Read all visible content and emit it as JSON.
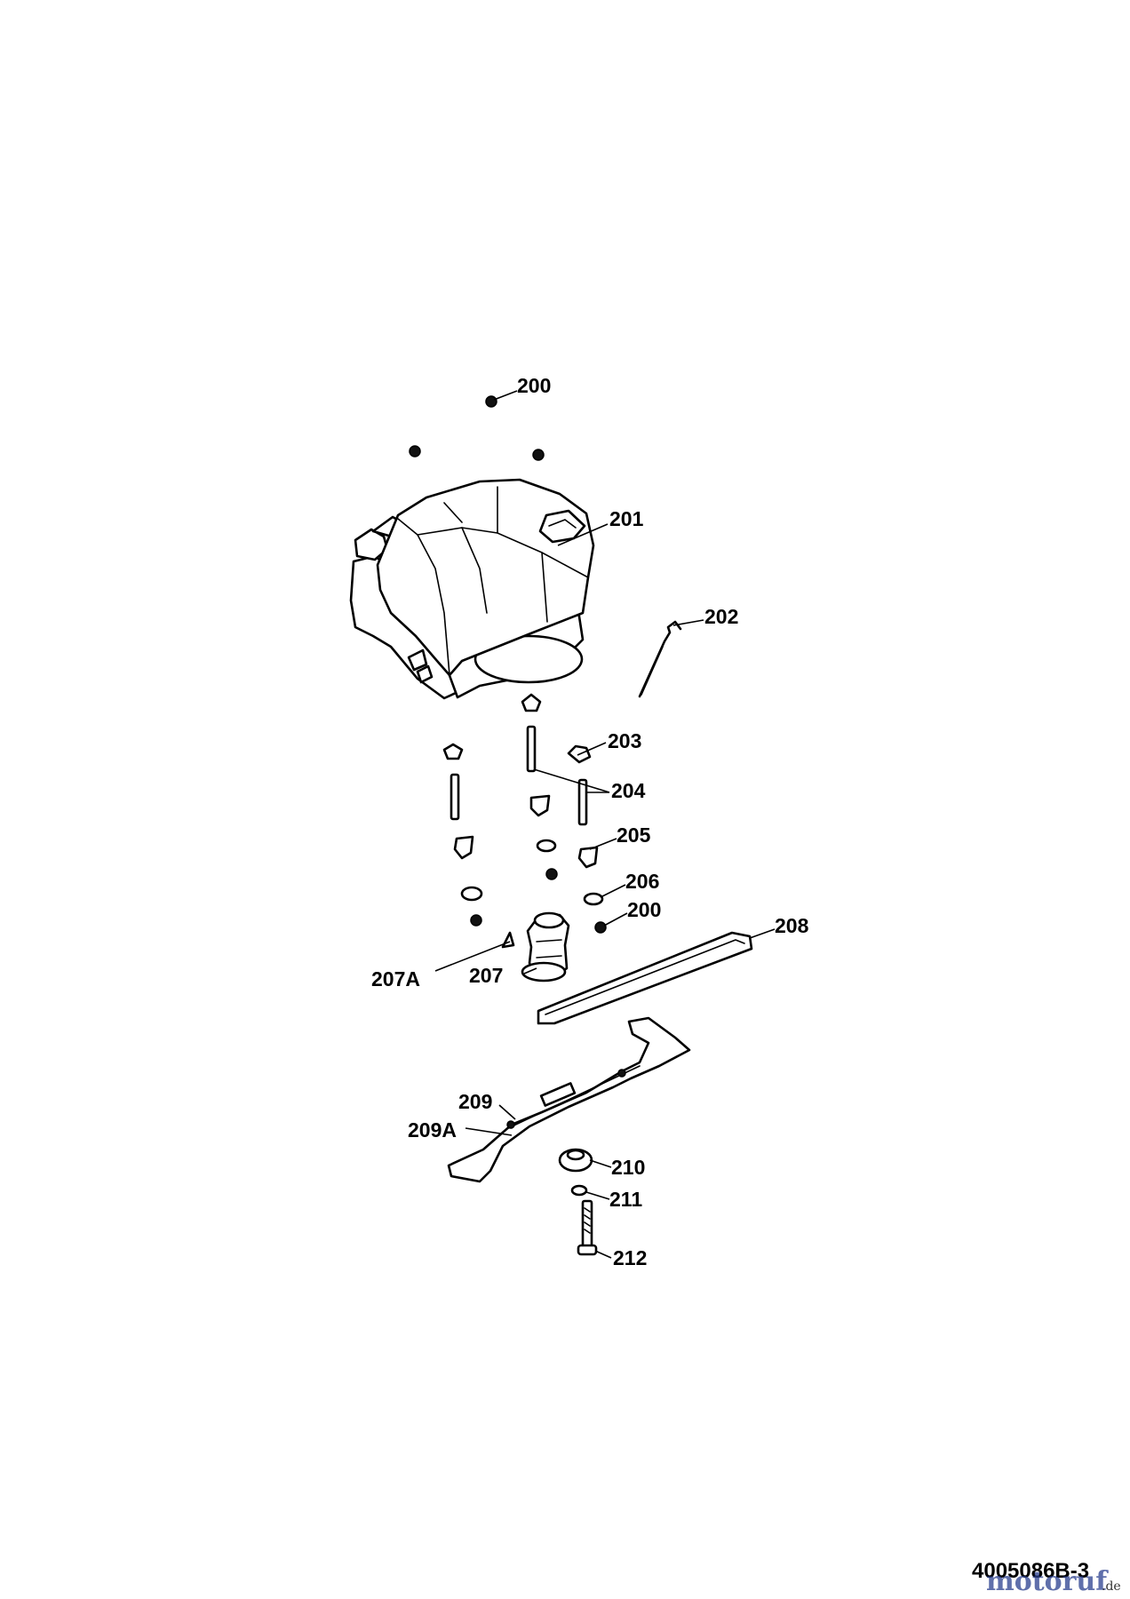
{
  "labels": [
    {
      "id": "200a",
      "text": "200"
    },
    {
      "id": "201",
      "text": "201"
    },
    {
      "id": "202",
      "text": "202"
    },
    {
      "id": "203",
      "text": "203"
    },
    {
      "id": "204",
      "text": "204"
    },
    {
      "id": "205",
      "text": "205"
    },
    {
      "id": "206",
      "text": "206"
    },
    {
      "id": "200b",
      "text": "200"
    },
    {
      "id": "208",
      "text": "208"
    },
    {
      "id": "207A",
      "text": "207A"
    },
    {
      "id": "207",
      "text": "207"
    },
    {
      "id": "209",
      "text": "209"
    },
    {
      "id": "209A",
      "text": "209A"
    },
    {
      "id": "210",
      "text": "210"
    },
    {
      "id": "211",
      "text": "211"
    },
    {
      "id": "212",
      "text": "212"
    }
  ],
  "document_number": "4005086B-3",
  "watermark": {
    "brand": "motoruf",
    "suffix": ".de",
    "colors": [
      "#2a3f8f",
      "#6b78b8",
      "#e0a030"
    ]
  }
}
